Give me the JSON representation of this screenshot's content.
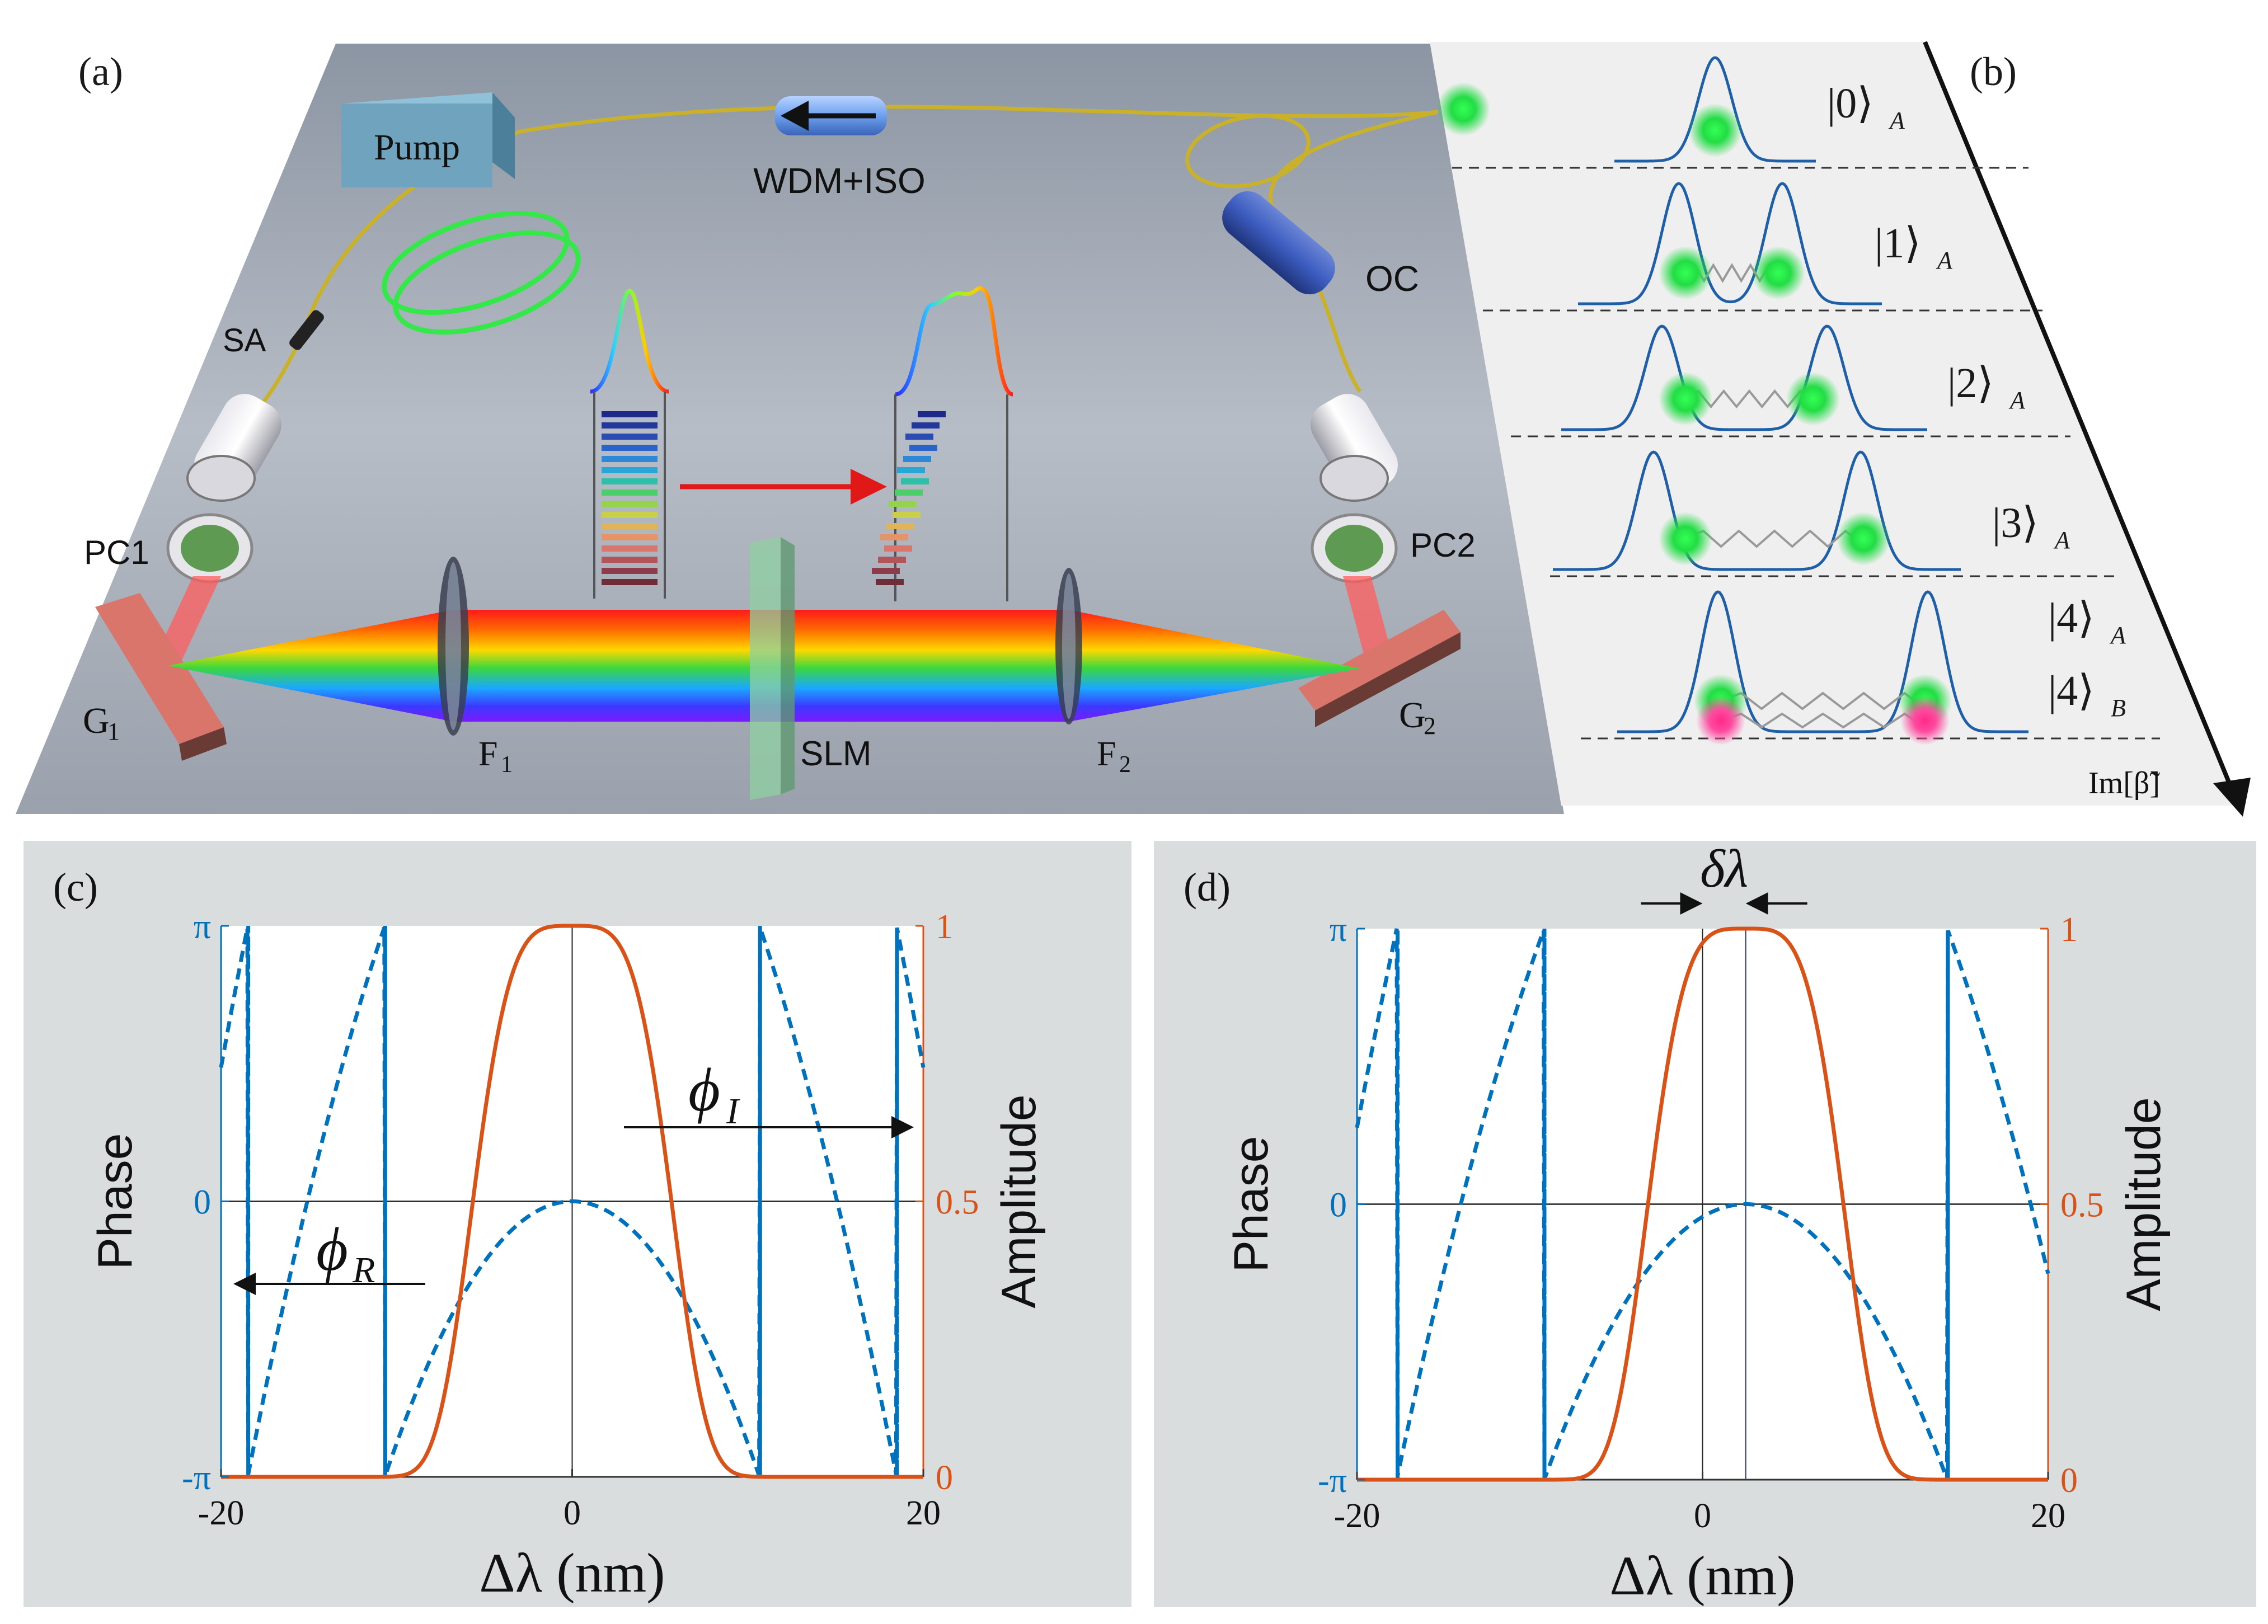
{
  "panel_labels": {
    "a": "(a)",
    "b": "(b)",
    "c": "(c)",
    "d": "(d)"
  },
  "setup": {
    "pump": "Pump",
    "wdm_iso": "WDM+ISO",
    "oc": "OC",
    "sa": "SA",
    "pc1": "PC1",
    "pc2": "PC2",
    "g1": "G",
    "g1_sub": "1",
    "g2": "G",
    "g2_sub": "2",
    "f1": "F",
    "f1_sub": "1",
    "f2": "F",
    "f2_sub": "2",
    "slm": "SLM"
  },
  "modes": {
    "states": [
      {
        "n": "0",
        "sub": "A"
      },
      {
        "n": "1",
        "sub": "A"
      },
      {
        "n": "2",
        "sub": "A"
      },
      {
        "n": "3",
        "sub": "A"
      },
      {
        "n": "4",
        "sub": "A"
      },
      {
        "n": "4",
        "sub": "B"
      }
    ],
    "axis_label": "Im[β̃]"
  },
  "chart_data": [
    {
      "type": "line",
      "panel": "(c)",
      "xlabel": "Δλ (nm)",
      "ylabel_left": "Phase",
      "ylabel_right": "Amplitude",
      "xlim": [
        -20,
        20
      ],
      "xticks": [
        "-20",
        "0",
        "20"
      ],
      "yticks_left": [
        "π",
        "0",
        "-π"
      ],
      "yticks_right": [
        "1",
        "0.5",
        "0"
      ],
      "annotations": {
        "phi_r": "ϕ",
        "phi_r_sub": "R",
        "phi_i": "ϕ",
        "phi_i_sub": "I"
      },
      "series": [
        {
          "kind": "amplitude",
          "center": 0,
          "width": 6.2,
          "order": 2,
          "color": "#d95319"
        },
        {
          "kind": "phase",
          "center": 0,
          "curvature": 0.0276,
          "color": "#0072bd"
        }
      ]
    },
    {
      "type": "line",
      "panel": "(d)",
      "xlabel": "Δλ (nm)",
      "ylabel_left": "Phase",
      "ylabel_right": "Amplitude",
      "xlim": [
        -20,
        20
      ],
      "xticks": [
        "-20",
        "0",
        "20"
      ],
      "yticks_left": [
        "π",
        "0",
        "-π"
      ],
      "yticks_right": [
        "1",
        "0.5",
        "0"
      ],
      "annotations": {
        "delta_lambda": "δλ"
      },
      "series": [
        {
          "kind": "amplitude",
          "center": 2.5,
          "width": 6.2,
          "order": 2,
          "color": "#d95319"
        },
        {
          "kind": "phase",
          "center": 2.5,
          "curvature": 0.0231,
          "color": "#0072bd"
        }
      ]
    }
  ]
}
